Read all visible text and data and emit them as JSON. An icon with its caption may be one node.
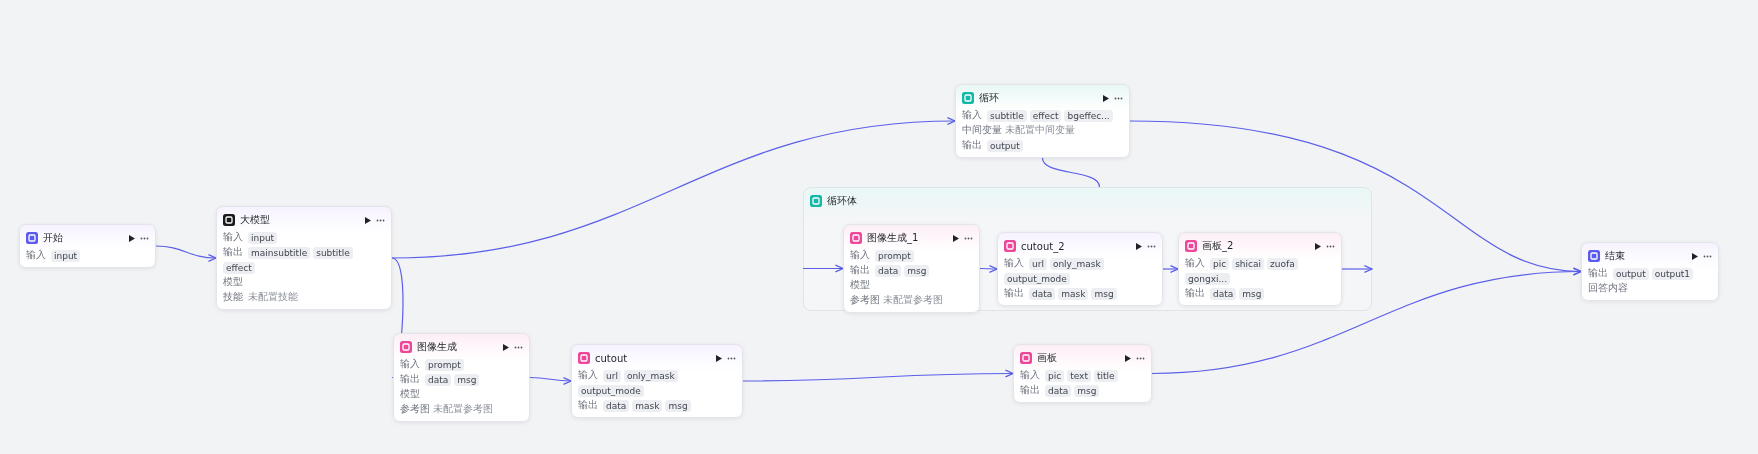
{
  "diagram": {
    "nodes": [
      {
        "text": [
          "开始",
          "输入",
          "input"
        ]
      },
      {
        "text": [
          "大模型",
          "输入",
          "input",
          "输出",
          "mainsubtitle",
          "subtitle",
          "effect",
          "模型",
          "技能",
          "未配置技能"
        ]
      },
      {
        "text": [
          "循环",
          "输入",
          "subtitle",
          "effect",
          "bgeffec...",
          "中间变量",
          "未配置中间变量",
          "输出",
          "output"
        ]
      },
      {
        "text": [
          "循环体"
        ]
      },
      {
        "text": [
          "图像生成_1",
          "输入",
          "prompt",
          "输出",
          "data",
          "msg",
          "模型",
          "参考图",
          "未配置参考图"
        ],
        "in": 3
      },
      {
        "text": [
          "cutout_2",
          "输入",
          "url",
          "only_mask",
          "output_mode",
          "输出",
          "data",
          "mask",
          "msg"
        ],
        "in": 3
      },
      {
        "text": [
          "画板_2",
          "输入",
          "pic",
          "shicai",
          "zuofa",
          "gongxi...",
          "输出",
          "data",
          "msg"
        ],
        "in": 3
      },
      {
        "text": [
          "结束",
          "输出",
          "output",
          "output1",
          "回答内容"
        ]
      },
      {
        "text": [
          "图像生成",
          "输入",
          "prompt",
          "输出",
          "data",
          "msg",
          "模型",
          "参考图",
          "未配置参考图"
        ]
      },
      {
        "text": [
          "cutout",
          "输入",
          "url",
          "only_mask",
          "output_mode",
          "输出",
          "data",
          "mask",
          "msg"
        ]
      },
      {
        "text": [
          "画板",
          "输入",
          "pic",
          "text",
          "title",
          "输出",
          "data",
          "msg"
        ]
      }
    ],
    "edges": [
      {
        "from": 0,
        "to": 1,
        "arrow": "to"
      },
      {
        "from": 1,
        "to": 2,
        "arrow": "to"
      },
      {
        "from": 1,
        "to": 8,
        "arrow": "to"
      },
      {
        "from": 8,
        "to": 9,
        "arrow": "to"
      },
      {
        "from": 9,
        "to": 10,
        "arrow": "to"
      },
      {
        "from": 10,
        "to": 7,
        "arrow": "to"
      },
      {
        "from": 2,
        "to": 7,
        "arrow": "to"
      },
      {
        "from": 2,
        "to": 3,
        "arrow": "none"
      },
      {
        "from": 3,
        "to": 4,
        "arrow": "to"
      },
      {
        "from": 4,
        "to": 5,
        "arrow": "to"
      },
      {
        "from": 5,
        "to": 6,
        "arrow": "to"
      },
      {
        "from": 6,
        "to": 3,
        "arrow": "to"
      }
    ]
  }
}
